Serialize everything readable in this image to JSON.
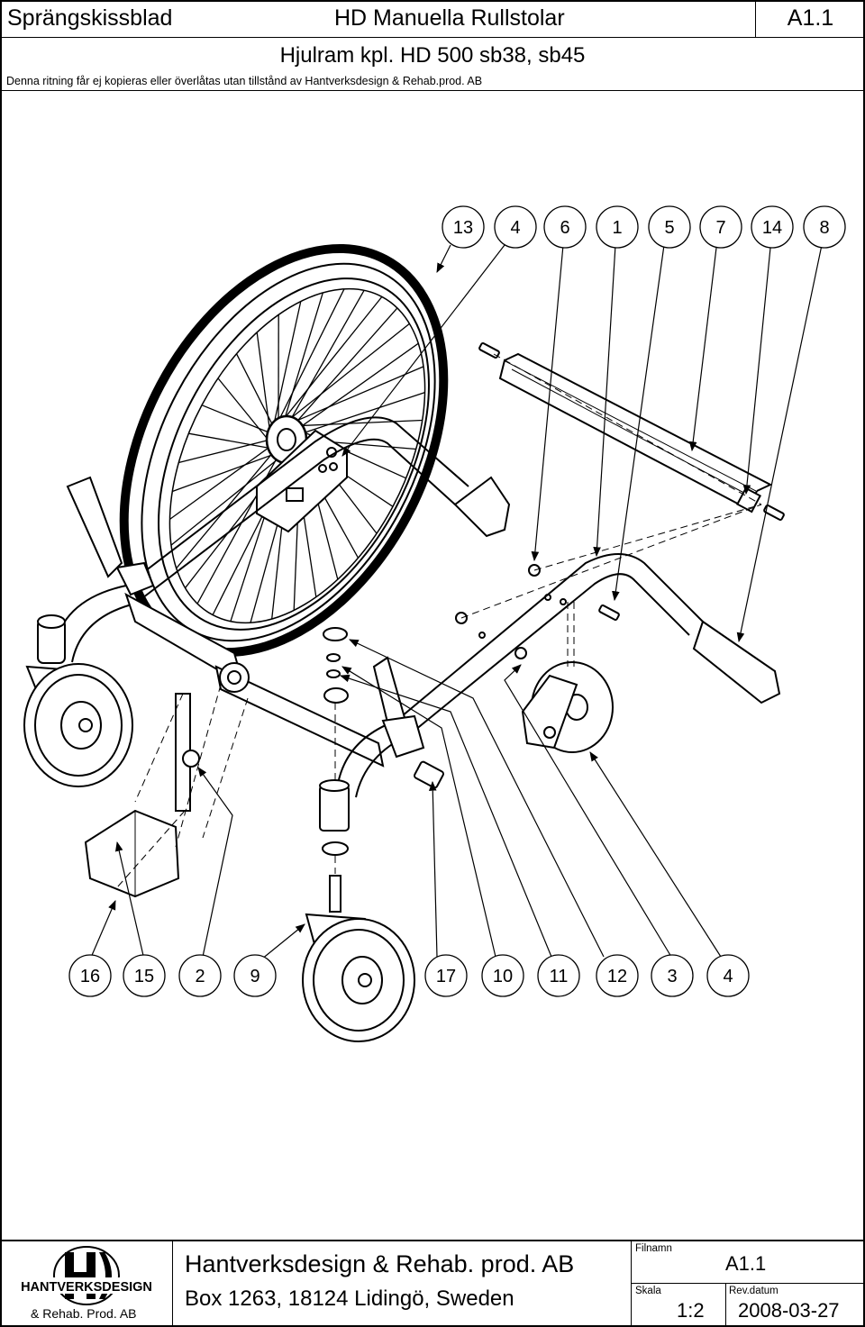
{
  "header": {
    "left_title": "Sprängskissblad",
    "center_title": "HD Manuella Rullstolar",
    "doc_code": "A1.1",
    "subtitle": "Hjulram kpl. HD 500 sb38, sb45",
    "notice": "Denna ritning får ej kopieras eller överlåtas utan tillstånd av Hantverksdesign & Rehab.prod. AB"
  },
  "callouts_top": [
    "13",
    "4",
    "6",
    "1",
    "5",
    "7",
    "14",
    "8"
  ],
  "callouts_bottom": [
    "16",
    "15",
    "2",
    "9",
    "17",
    "10",
    "11",
    "12",
    "3",
    "4"
  ],
  "footer": {
    "logo_text": "HANTVERKSDESIGN",
    "logo_subtext": "& Rehab. Prod. AB",
    "company_name": "Hantverksdesign & Rehab. prod. AB",
    "company_address": "Box 1263, 18124 Lidingö, Sweden",
    "filename_label": "Filnamn",
    "filename_value": "A1.1",
    "scale_label": "Skala",
    "scale_value": "1:2",
    "revdate_label": "Rev.datum",
    "revdate_value": "2008-03-27"
  }
}
